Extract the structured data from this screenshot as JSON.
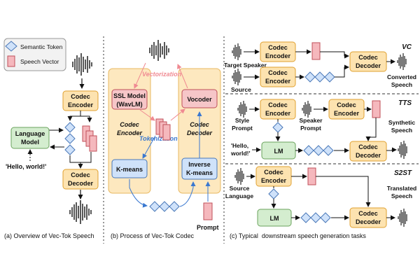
{
  "colors": {
    "codec_box": "#fde3b0",
    "codec_border": "#e0a030",
    "vector_fill": "#f5b8bd",
    "vector_border": "#c0505a",
    "token_fill": "#cfe2fa",
    "token_border": "#4a78b8",
    "lm_fill": "#d4edcf",
    "lm_border": "#6aa35c",
    "ssl_fill": "#f6c6c8",
    "encoder_region": "#fde8bf",
    "vectorization_color": "#f08a92",
    "tokenization_color": "#3a78d0",
    "arrow_color": "#111111"
  },
  "legend": {
    "semantic_token": "Semantic Token",
    "speech_vector": "Speech Vector"
  },
  "panel_a": {
    "codec_encoder": [
      "Codec",
      "Encoder"
    ],
    "language_model": [
      "Language",
      "Model"
    ],
    "hello": "'Hello, world!'",
    "codec_decoder": [
      "Codec",
      "Decoder"
    ],
    "caption": "(a) Overview of Vec-Tok Speech"
  },
  "panel_b": {
    "vectorization": "Vectorization",
    "tokenization": "Tokenization",
    "ssl_model": [
      "SSL Model",
      "(WavLM)"
    ],
    "vocoder": "Vocoder",
    "codec_encoder": [
      "Codec",
      "Encoder"
    ],
    "codec_decoder": [
      "Codec",
      "Decoder"
    ],
    "kmeans": "K-means",
    "inverse_kmeans": [
      "Inverse",
      "K-means"
    ],
    "prompt": "Prompt",
    "caption": "(b) Process of Vec-Tok Codec"
  },
  "panel_c": {
    "vc": {
      "tag": "VC",
      "codec_encoder_1": [
        "Codec",
        "Encoder"
      ],
      "codec_encoder_2": [
        "Codec",
        "Encoder"
      ],
      "codec_decoder": [
        "Codec",
        "Decoder"
      ],
      "target_speaker": "Target Speaker",
      "source": "Source",
      "converted": [
        "Converted",
        "Speech"
      ]
    },
    "tts": {
      "tag": "TTS",
      "codec_encoder_1": [
        "Codec",
        "Encoder"
      ],
      "codec_encoder_2": [
        "Codec",
        "Encoder"
      ],
      "style_prompt": [
        "Style",
        "Prompt"
      ],
      "speaker_prompt": [
        "Speaker",
        "Prompt"
      ],
      "lm": "LM",
      "hello": "'Hello,",
      "world": "world!'",
      "codec_decoder": [
        "Codec",
        "Decoder"
      ],
      "synthetic": [
        "Synthetic",
        "Speech"
      ]
    },
    "s2st": {
      "tag": "S2ST",
      "codec_encoder": [
        "Codec",
        "Encoder"
      ],
      "source_language": [
        "Source",
        "Language"
      ],
      "lm": "LM",
      "codec_decoder": [
        "Codec",
        "Decoder"
      ],
      "translated": [
        "Translated",
        "Speech"
      ]
    },
    "caption": "(c) Typical  downstream speech generation tasks"
  }
}
